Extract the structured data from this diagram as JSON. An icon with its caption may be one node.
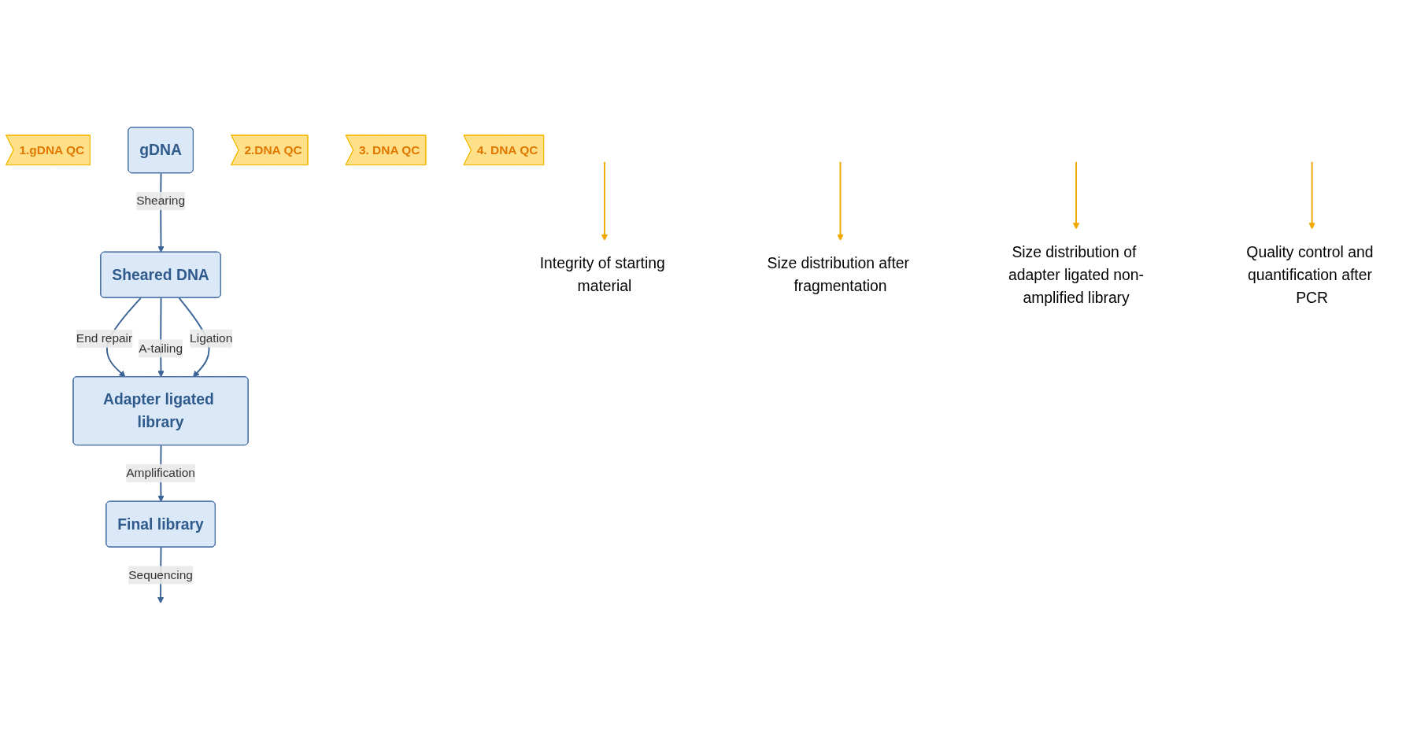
{
  "diagram": {
    "nodes": [
      {
        "text": [
          "1.gDNA QC"
        ]
      },
      {
        "text": [
          "gDNA"
        ]
      },
      {
        "text": [
          "2.DNA QC"
        ]
      },
      {
        "text": [
          "Sheared DNA"
        ]
      },
      {
        "text": [
          "3. DNA QC"
        ]
      },
      {
        "text": [
          "Adapter ligated library"
        ]
      },
      {
        "text": [
          "4. DNA QC"
        ]
      },
      {
        "text": [
          "Final library"
        ]
      },
      {
        "text": [
          "Integrity of starting material"
        ]
      },
      {
        "text": [
          "Size distribution after fragmentation"
        ]
      },
      {
        "text": [
          "Size distribution of adapter ligated non-amplified library"
        ]
      },
      {
        "text": [
          "Quality control and quantification after PCR"
        ]
      }
    ],
    "edges": [
      {
        "from": 1,
        "to": 3,
        "label": "Shearing",
        "arrow": "to"
      },
      {
        "from": 3,
        "to": 5,
        "label": "End repair",
        "arrow": "to"
      },
      {
        "from": 3,
        "to": 5,
        "label": "A-tailing",
        "arrow": "to"
      },
      {
        "from": 3,
        "to": 5,
        "label": "Ligation",
        "arrow": "to"
      },
      {
        "from": 5,
        "to": 7,
        "label": "Amplification",
        "arrow": "to"
      },
      {
        "from": 7,
        "to": null,
        "label": "Sequencing",
        "arrow": "to"
      },
      {
        "from": null,
        "to": 8,
        "arrow": "to",
        "color": "#f0a800"
      },
      {
        "from": null,
        "to": 9,
        "arrow": "to",
        "color": "#f0a800"
      },
      {
        "from": null,
        "to": 10,
        "arrow": "to",
        "color": "#f0a800"
      },
      {
        "from": null,
        "to": 11,
        "arrow": "to",
        "color": "#f0a800"
      }
    ]
  }
}
